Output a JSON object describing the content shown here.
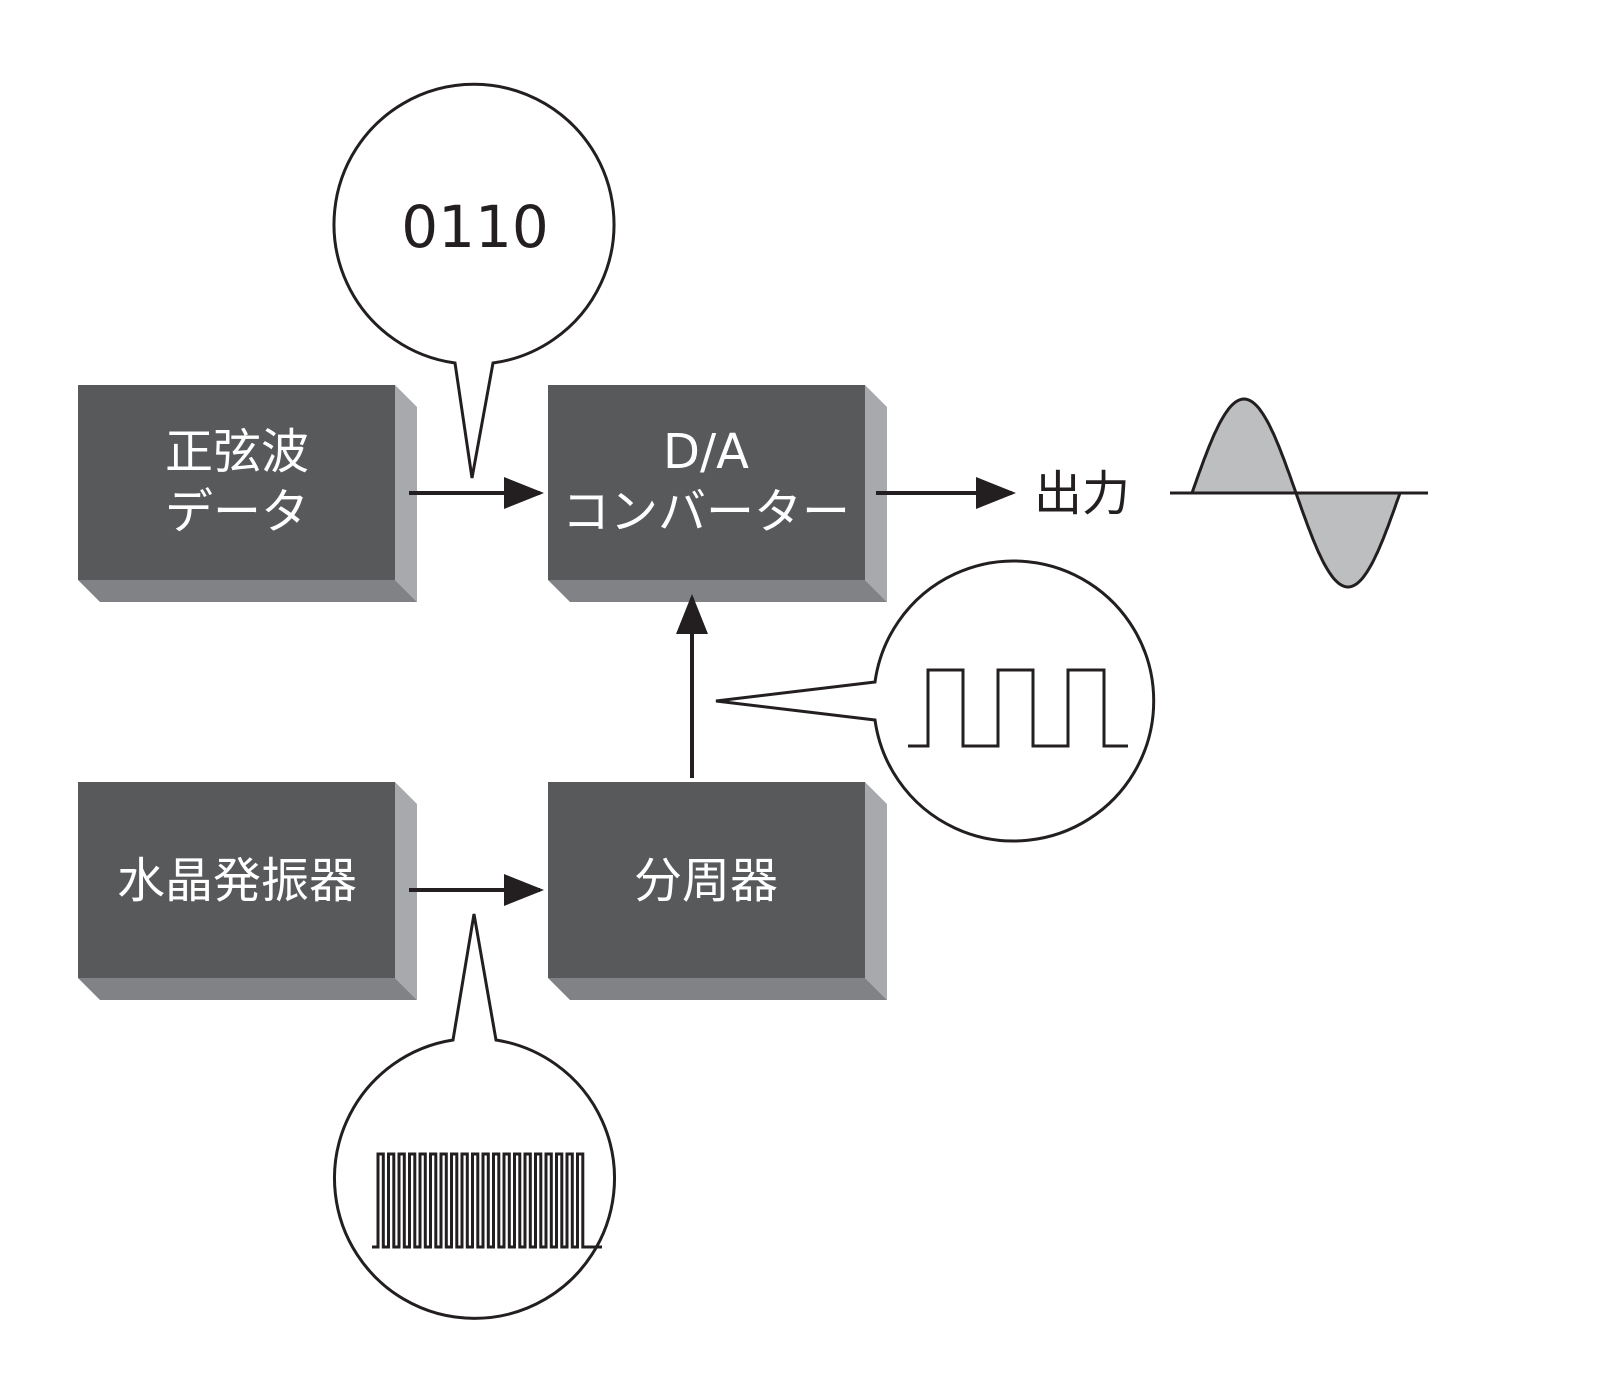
{
  "blocks": {
    "sine_data": [
      "正弦波",
      "データ"
    ],
    "da_converter": [
      "D/A",
      "コンバーター"
    ],
    "crystal_oscillator": "水晶発振器",
    "frequency_divider": "分周器"
  },
  "callouts": {
    "digital_value": "0110"
  },
  "output": {
    "label": "出力"
  },
  "colors": {
    "box_front": "#58595b",
    "box_side": "#a7a9ac",
    "box_bottom": "#808285",
    "line": "#231f20",
    "sine_fill": "#bcbec0"
  },
  "icons": {
    "crystal_bubble_waveform": "fast-square-wave-icon",
    "divider_bubble_waveform": "slow-square-wave-icon",
    "output_waveform": "sine-wave-icon"
  }
}
